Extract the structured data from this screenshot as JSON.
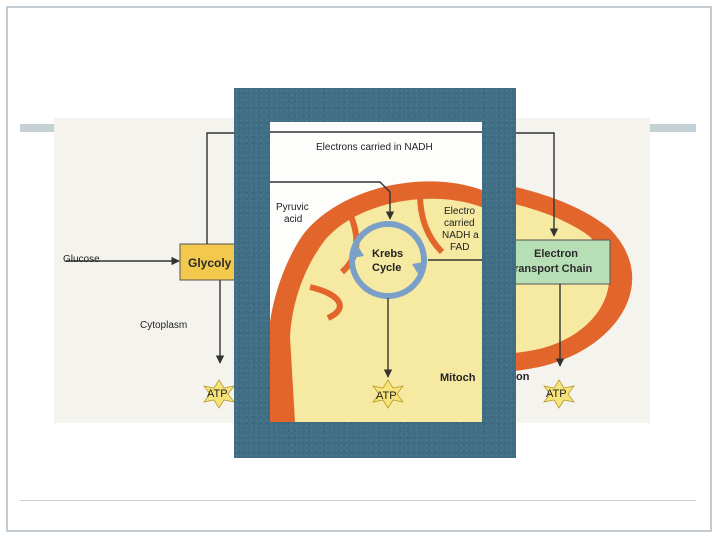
{
  "diagram": {
    "glucose": "Glucose",
    "glycolysis": "Glycoly",
    "cytoplasm": "Cytoplasm",
    "atp_left": "ATP",
    "atp_mid": "ATP",
    "atp_right": "ATP",
    "electrons_nadh": "Electrons carried in NADH",
    "pyruvic_line1": "Pyruvic",
    "pyruvic_line2": "acid",
    "krebs_line1": "Krebs",
    "krebs_line2": "Cycle",
    "electrons_fad_line1": "Electro",
    "electrons_fad_line2": "carried",
    "electrons_fad_line3": "NADH a",
    "electrons_fad_line4": "FAD",
    "etc_line1": "Electron",
    "etc_line2": "ransport Chain",
    "mito_left": "Mitoch",
    "mito_right": "on"
  },
  "colors": {
    "frame": "#3f6e85",
    "glycolysis_box": "#f2c94c",
    "etc_box": "#b7dfb5",
    "mito_outer": "#e2662c",
    "mito_inner": "#f6e9a2",
    "krebs_ring": "#7ba0c8",
    "atp_star": "#f6e47a"
  }
}
